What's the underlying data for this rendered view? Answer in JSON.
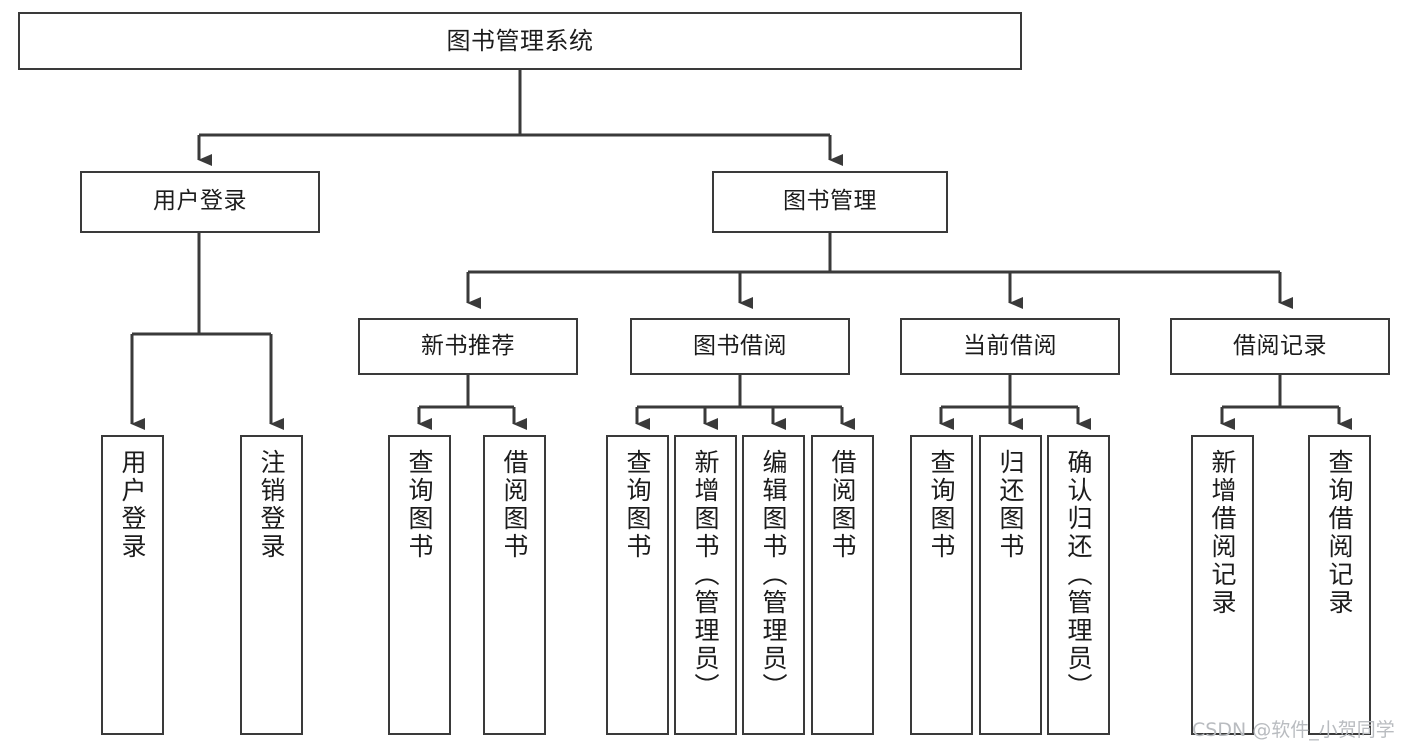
{
  "diagram": {
    "type": "tree-hierarchy",
    "title": "图书管理系统",
    "watermark": "CSDN @软件_小贺同学",
    "colors": {
      "background": "#ffffff",
      "node_fill": "#ffffff",
      "node_border": "#3a3a3a",
      "connector": "#3a3a3a",
      "text": "#1c1c1c",
      "watermark": "#b9bcc0"
    },
    "levels": {
      "level0": [
        {
          "id": "root",
          "label": "图书管理系统",
          "orientation": "horizontal"
        }
      ],
      "level1": [
        {
          "id": "user-login",
          "label": "用户登录",
          "orientation": "horizontal"
        },
        {
          "id": "book-manage",
          "label": "图书管理",
          "orientation": "horizontal"
        }
      ],
      "level2": [
        {
          "id": "new-book-rec",
          "label": "新书推荐",
          "orientation": "horizontal",
          "parent": "book-manage"
        },
        {
          "id": "book-borrow",
          "label": "图书借阅",
          "orientation": "horizontal",
          "parent": "book-manage"
        },
        {
          "id": "current-borrow",
          "label": "当前借阅",
          "orientation": "horizontal",
          "parent": "book-manage"
        },
        {
          "id": "borrow-record",
          "label": "借阅记录",
          "orientation": "horizontal",
          "parent": "book-manage"
        }
      ],
      "level3": [
        {
          "id": "leaf-user-login",
          "label": "用户登录",
          "orientation": "vertical",
          "parent": "user-login"
        },
        {
          "id": "leaf-user-logout",
          "label": "注销登录",
          "orientation": "vertical",
          "parent": "user-login"
        },
        {
          "id": "leaf-query-book-1",
          "label": "查询图书",
          "orientation": "vertical",
          "parent": "new-book-rec"
        },
        {
          "id": "leaf-borrow-book-1",
          "label": "借阅图书",
          "orientation": "vertical",
          "parent": "new-book-rec"
        },
        {
          "id": "leaf-query-book-2",
          "label": "查询图书",
          "orientation": "vertical",
          "parent": "book-borrow"
        },
        {
          "id": "leaf-add-book",
          "label": "新增图书（管理员）",
          "orientation": "vertical",
          "parent": "book-borrow"
        },
        {
          "id": "leaf-edit-book",
          "label": "编辑图书（管理员）",
          "orientation": "vertical",
          "parent": "book-borrow"
        },
        {
          "id": "leaf-borrow-book-2",
          "label": "借阅图书",
          "orientation": "vertical",
          "parent": "book-borrow"
        },
        {
          "id": "leaf-query-book-3",
          "label": "查询图书",
          "orientation": "vertical",
          "parent": "current-borrow"
        },
        {
          "id": "leaf-return-book",
          "label": "归还图书",
          "orientation": "vertical",
          "parent": "current-borrow"
        },
        {
          "id": "leaf-confirm-return",
          "label": "确认归还（管理员）",
          "orientation": "vertical",
          "parent": "current-borrow"
        },
        {
          "id": "leaf-add-record",
          "label": "新增借阅记录",
          "orientation": "vertical",
          "parent": "borrow-record"
        },
        {
          "id": "leaf-query-record",
          "label": "查询借阅记录",
          "orientation": "vertical",
          "parent": "borrow-record"
        }
      ]
    }
  }
}
